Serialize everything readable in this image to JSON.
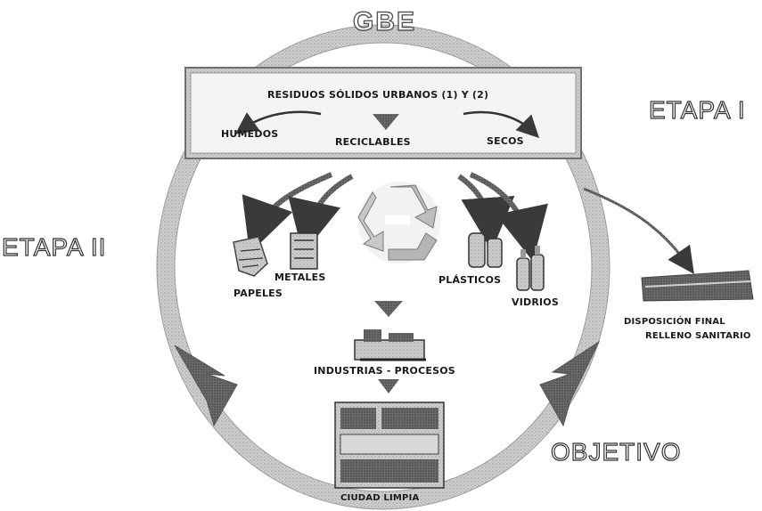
{
  "labels": {
    "gbe": "GBE",
    "etapa_i": "ETAPA I",
    "etapa_ii": "ETAPA II",
    "objetivo": "OBJETIVO",
    "rsu": "RESIDUOS SÓLIDOS URBANOS (1) Y (2)",
    "humedos": "HUMEDOS",
    "secos": "SECOS",
    "reciclables": "RECICLABLES",
    "papeles": "PAPELES",
    "metales": "METALES",
    "plasticos": "PLÁSTICOS",
    "vidrios": "VIDRIOS",
    "disposicion_1": "DISPOSICIÓN FINAL",
    "disposicion_2": "RELLENO SANITARIO",
    "industrias": "INDUSTRIAS - PROCESOS",
    "ciudad": "CIUDAD LIMPIA"
  },
  "colors": {
    "ring": "#c4c4c4",
    "ring_edge": "#8a8a8a",
    "arrow_dark": "#555555",
    "box": "#d9d9d9",
    "band": "#ececec"
  },
  "icons": [
    "recycle-icon",
    "papers-icon",
    "metals-icon",
    "plastics-icon",
    "glass-icon",
    "landfill-icon",
    "factory-icon",
    "city-icon"
  ]
}
